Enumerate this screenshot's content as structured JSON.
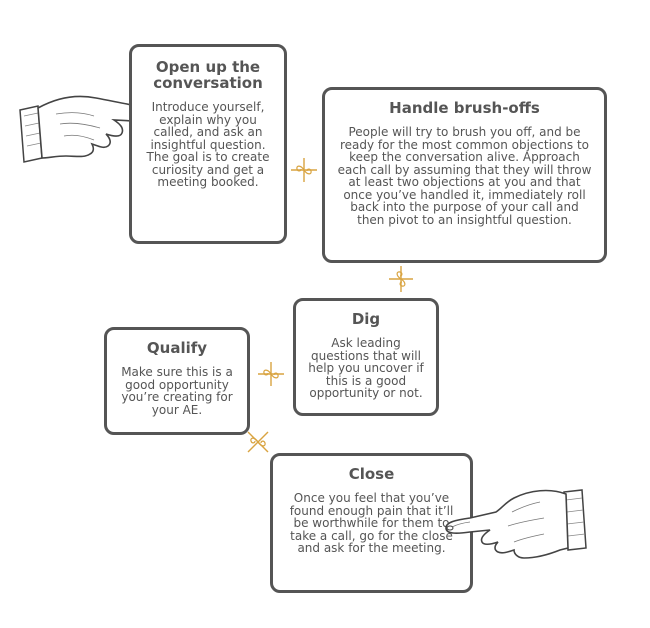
{
  "cards": {
    "open": {
      "title": "Open up the conversation",
      "body": "Introduce yourself, explain why you called, and ask an insightful question. The goal is to create curiosity and get a meeting booked."
    },
    "handle": {
      "title": "Handle brush-offs",
      "body": "People will try to brush you off, and be ready for the most common objections to keep the conversation alive. Approach each call by assuming that they will throw at least two objections at you and that once you’ve handled it, immediately roll back into the purpose of your call and then pivot to an insightful question."
    },
    "dig": {
      "title": "Dig",
      "body": "Ask leading questions that will help you uncover if this is a good opportunity or not."
    },
    "qualify": {
      "title": "Qualify",
      "body": "Make sure this is a good opportunity you’re creating for your AE."
    },
    "close": {
      "title": "Close",
      "body": "Once you feel that you’ve found enough pain that it’ll be worthwhile for them to take a call, go for the close and ask for the meeting."
    }
  },
  "colors": {
    "border": "#555555",
    "text": "#555555",
    "ornament": "#d9a441"
  },
  "icons": [
    "hand-pointing-right-icon",
    "hand-pointing-left-icon",
    "flourish-ornament-icon"
  ]
}
